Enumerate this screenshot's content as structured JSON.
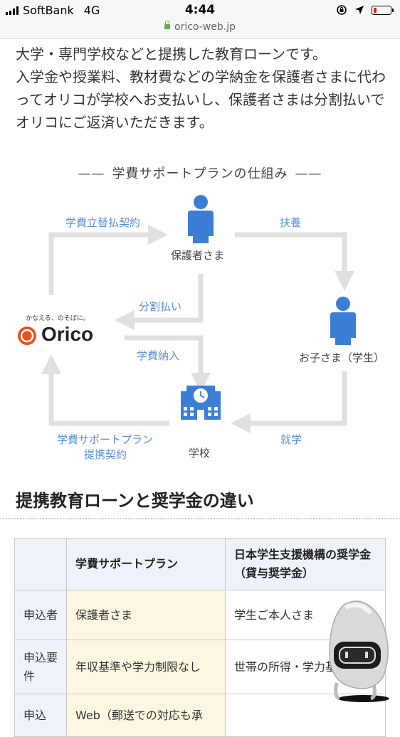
{
  "status_bar": {
    "carrier": "SoftBank",
    "network": "4G",
    "time": "4:44",
    "battery_color": "#e02020"
  },
  "browser": {
    "url": "orico-web.jp"
  },
  "intro": {
    "line1": "大学・専門学校などと提携した教育ローンです。",
    "line2": "入学金や授業料、教材費などの学納金を保護者さまに代わってオリコが学校へお支払いし、保護者さまは分割払いでオリコにご返済いただきます。"
  },
  "diagram": {
    "title": "学費サポートプランの仕組み",
    "nodes": {
      "guardian": "保護者さま",
      "child": "お子さま（学生）",
      "school": "学校",
      "orico_tagline": "かなえる、のそばに。",
      "orico_name": "Orico"
    },
    "flows": {
      "contract": "学費立替払契約",
      "support": "扶養",
      "installment": "分割払い",
      "tuition_payment": "学費納入",
      "attendance": "就学",
      "partnership_line1": "学費サポートプラン",
      "partnership_line2": "提携契約"
    },
    "colors": {
      "accent_blue": "#5b8fd6",
      "person_blue": "#3a7fd5",
      "orico_orange": "#e8501e",
      "arrow_gray": "#e0e0e0"
    }
  },
  "comparison": {
    "heading": "提携教育ローンと奨学金の違い",
    "columns": [
      "",
      "学費サポートプラン",
      "日本学生支援機構の奨学金（貸与奨学金）"
    ],
    "rows": [
      {
        "label": "申込者",
        "plan": "保護者さま",
        "jasso": "学生ご本人さま"
      },
      {
        "label": "申込要件",
        "plan": "年収基準や学力制限なし",
        "jasso": "世帯の所得・学力基準あり"
      },
      {
        "label": "申込",
        "plan": "Web（郵送での対応も承",
        "jasso": ""
      }
    ]
  },
  "mascot": {
    "icon": "robot-mascot-icon"
  }
}
